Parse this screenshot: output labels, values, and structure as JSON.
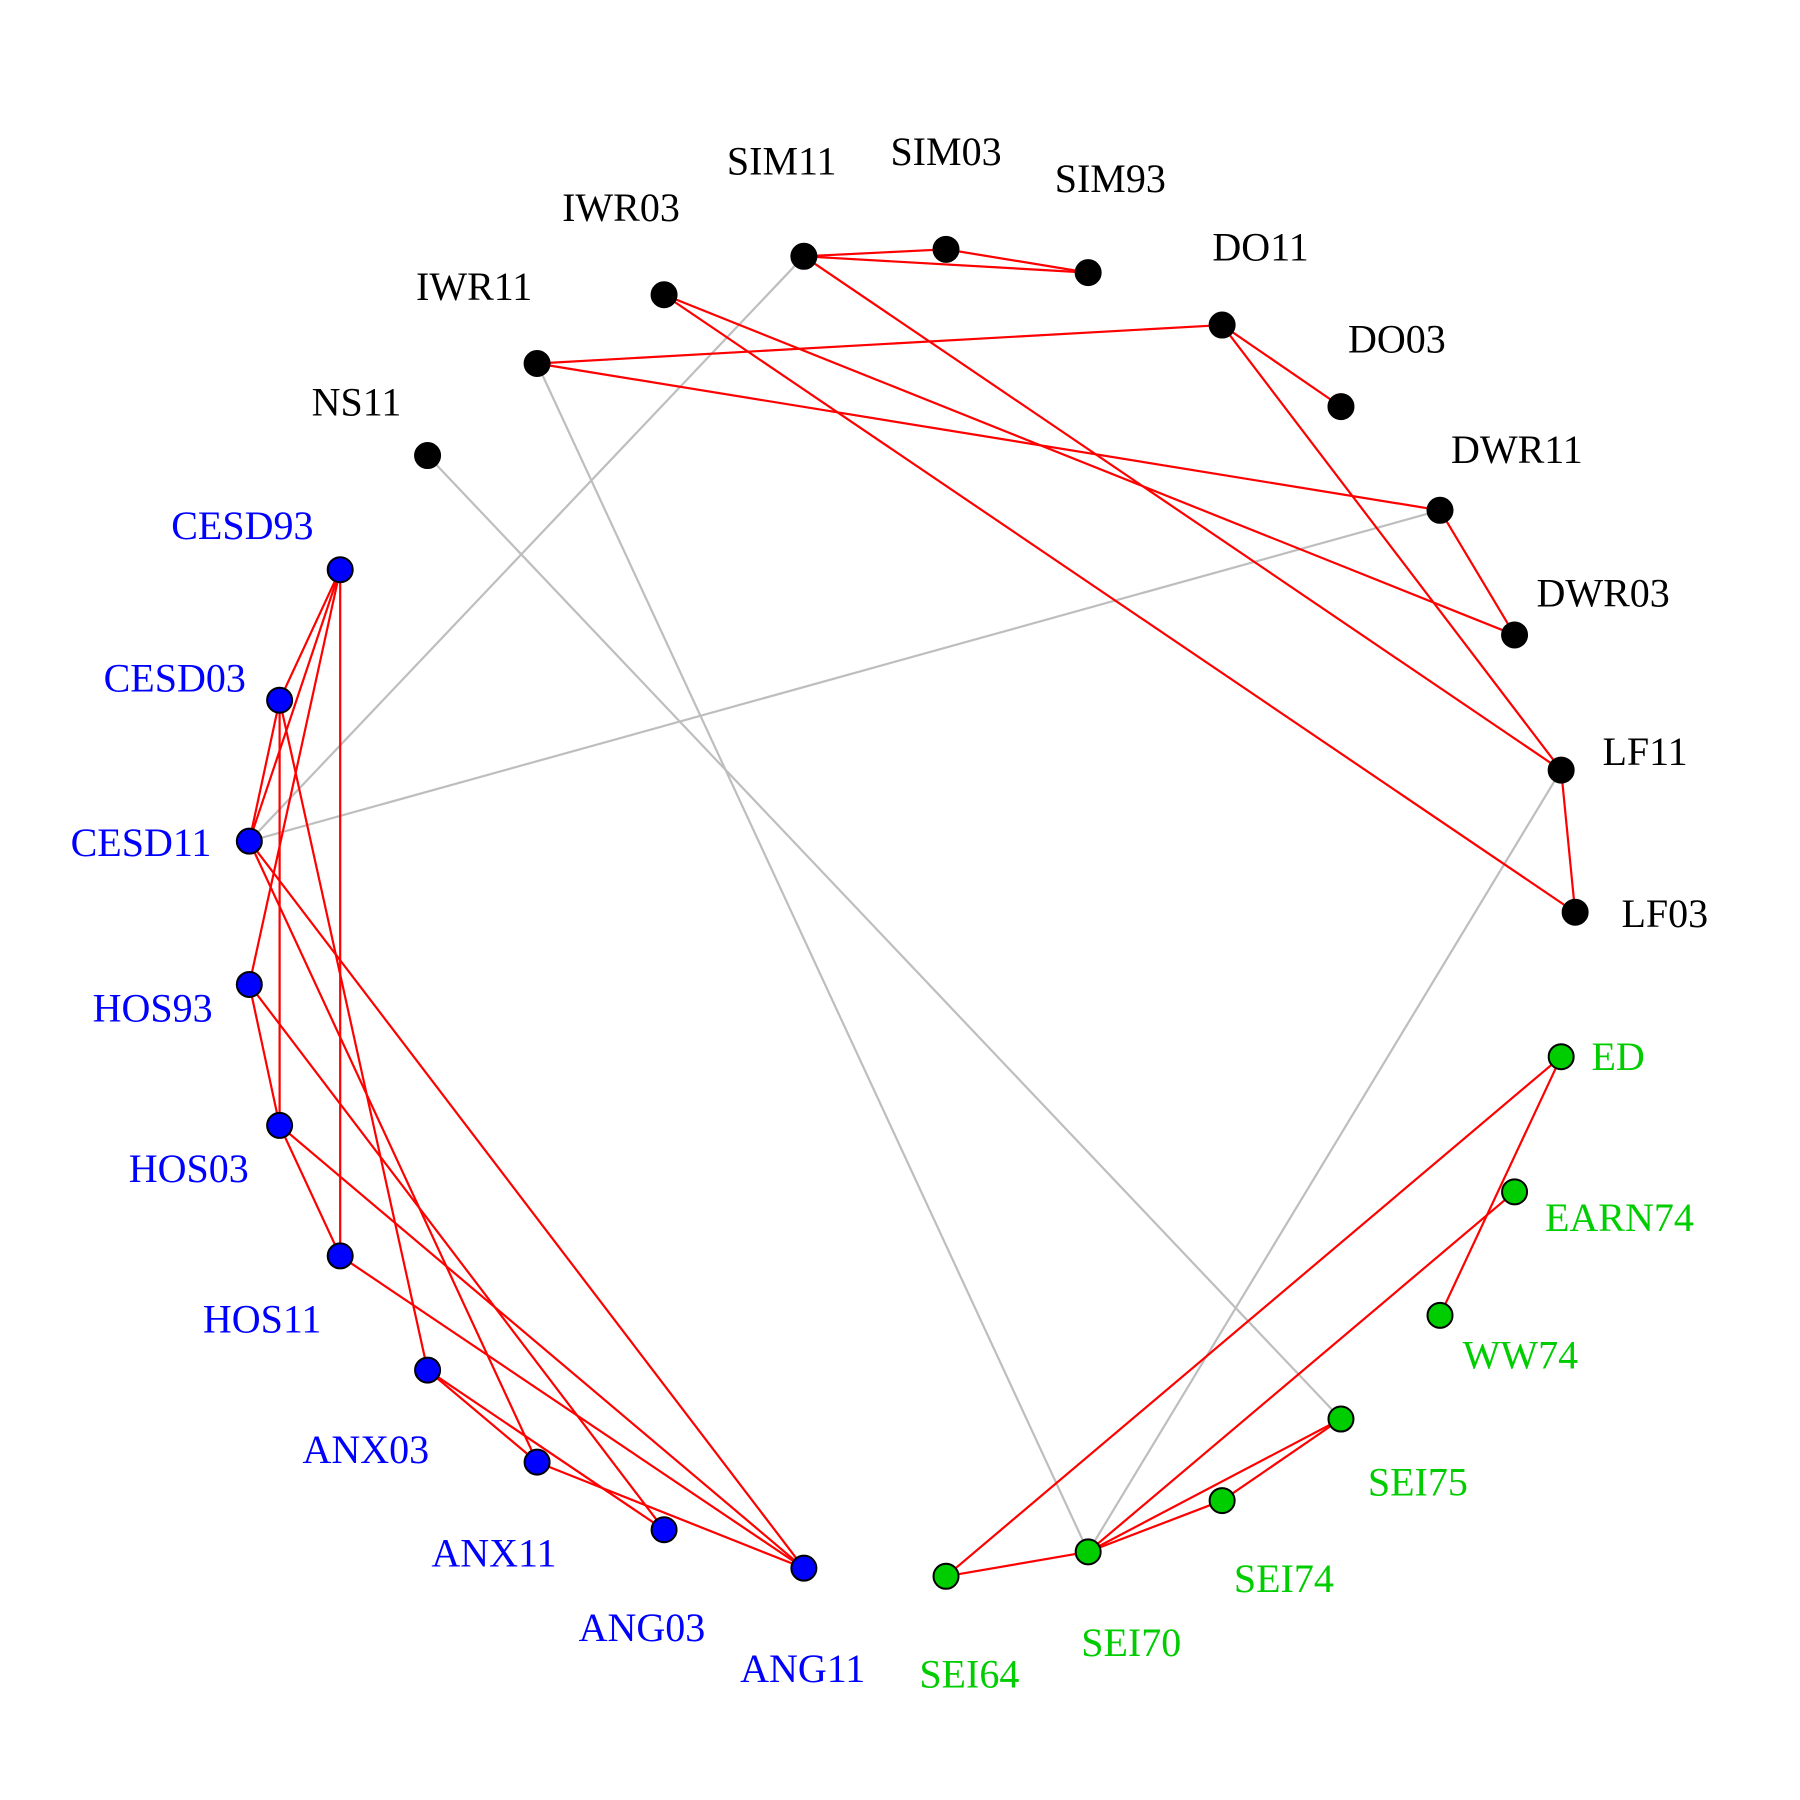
{
  "colors": {
    "group_black": "#000000",
    "group_blue": "#0000ff",
    "group_green": "#00cd00",
    "edge_red": "#ff0000",
    "edge_gray": "#bebebe"
  },
  "nodes": [
    {
      "id": "SIM11",
      "label": "SIM11",
      "group": "black"
    },
    {
      "id": "SIM03",
      "label": "SIM03",
      "group": "black"
    },
    {
      "id": "SIM93",
      "label": "SIM93",
      "group": "black"
    },
    {
      "id": "IWR03",
      "label": "IWR03",
      "group": "black"
    },
    {
      "id": "IWR11",
      "label": "IWR11",
      "group": "black"
    },
    {
      "id": "DO11",
      "label": "DO11",
      "group": "black"
    },
    {
      "id": "DO03",
      "label": "DO03",
      "group": "black"
    },
    {
      "id": "NS11",
      "label": "NS11",
      "group": "black"
    },
    {
      "id": "DWR11",
      "label": "DWR11",
      "group": "black"
    },
    {
      "id": "DWR03",
      "label": "DWR03",
      "group": "black"
    },
    {
      "id": "LF11",
      "label": "LF11",
      "group": "black"
    },
    {
      "id": "LF03",
      "label": "LF03",
      "group": "black"
    },
    {
      "id": "CESD93",
      "label": "CESD93",
      "group": "blue"
    },
    {
      "id": "CESD03",
      "label": "CESD03",
      "group": "blue"
    },
    {
      "id": "CESD11",
      "label": "CESD11",
      "group": "blue"
    },
    {
      "id": "HOS93",
      "label": "HOS93",
      "group": "blue"
    },
    {
      "id": "HOS03",
      "label": "HOS03",
      "group": "blue"
    },
    {
      "id": "HOS11",
      "label": "HOS11",
      "group": "blue"
    },
    {
      "id": "ANX03",
      "label": "ANX03",
      "group": "blue"
    },
    {
      "id": "ANX11",
      "label": "ANX11",
      "group": "blue"
    },
    {
      "id": "ANG03",
      "label": "ANG03",
      "group": "blue"
    },
    {
      "id": "ANG11",
      "label": "ANG11",
      "group": "blue"
    },
    {
      "id": "ED",
      "label": "ED",
      "group": "green"
    },
    {
      "id": "EARN74",
      "label": "EARN74",
      "group": "green"
    },
    {
      "id": "WW74",
      "label": "WW74",
      "group": "green"
    },
    {
      "id": "SEI75",
      "label": "SEI75",
      "group": "green"
    },
    {
      "id": "SEI74",
      "label": "SEI74",
      "group": "green"
    },
    {
      "id": "SEI70",
      "label": "SEI70",
      "group": "green"
    },
    {
      "id": "SEI64",
      "label": "SEI64",
      "group": "green"
    }
  ],
  "edges": [
    {
      "from": "SIM11",
      "to": "SIM03",
      "color": "red"
    },
    {
      "from": "SIM03",
      "to": "SIM93",
      "color": "red"
    },
    {
      "from": "SIM11",
      "to": "SIM93",
      "color": "red"
    },
    {
      "from": "SIM11",
      "to": "LF11",
      "color": "red"
    },
    {
      "from": "IWR03",
      "to": "DWR03",
      "color": "red"
    },
    {
      "from": "IWR03",
      "to": "LF03",
      "color": "red"
    },
    {
      "from": "IWR11",
      "to": "DO11",
      "color": "red"
    },
    {
      "from": "IWR11",
      "to": "DWR11",
      "color": "red"
    },
    {
      "from": "DO11",
      "to": "DO03",
      "color": "red"
    },
    {
      "from": "DO11",
      "to": "LF11",
      "color": "red"
    },
    {
      "from": "DWR11",
      "to": "DWR03",
      "color": "red"
    },
    {
      "from": "LF11",
      "to": "LF03",
      "color": "red"
    },
    {
      "from": "SIM11",
      "to": "CESD11",
      "color": "gray"
    },
    {
      "from": "IWR11",
      "to": "SEI70",
      "color": "gray"
    },
    {
      "from": "NS11",
      "to": "SEI75",
      "color": "gray"
    },
    {
      "from": "DWR11",
      "to": "CESD11",
      "color": "gray"
    },
    {
      "from": "LF11",
      "to": "SEI70",
      "color": "gray"
    },
    {
      "from": "CESD93",
      "to": "CESD03",
      "color": "red"
    },
    {
      "from": "CESD93",
      "to": "CESD11",
      "color": "red"
    },
    {
      "from": "CESD93",
      "to": "HOS93",
      "color": "red"
    },
    {
      "from": "CESD93",
      "to": "HOS11",
      "color": "red"
    },
    {
      "from": "CESD03",
      "to": "CESD11",
      "color": "red"
    },
    {
      "from": "CESD03",
      "to": "HOS03",
      "color": "red"
    },
    {
      "from": "CESD03",
      "to": "ANX03",
      "color": "red"
    },
    {
      "from": "CESD11",
      "to": "ANX11",
      "color": "red"
    },
    {
      "from": "CESD11",
      "to": "ANG11",
      "color": "red"
    },
    {
      "from": "HOS93",
      "to": "HOS03",
      "color": "red"
    },
    {
      "from": "HOS93",
      "to": "ANG03",
      "color": "red"
    },
    {
      "from": "HOS03",
      "to": "HOS11",
      "color": "red"
    },
    {
      "from": "HOS03",
      "to": "ANG11",
      "color": "red"
    },
    {
      "from": "HOS11",
      "to": "ANG11",
      "color": "red"
    },
    {
      "from": "ANX03",
      "to": "ANX11",
      "color": "red"
    },
    {
      "from": "ANX03",
      "to": "ANG03",
      "color": "red"
    },
    {
      "from": "ANX11",
      "to": "ANG11",
      "color": "red"
    },
    {
      "from": "ED",
      "to": "WW74",
      "color": "red"
    },
    {
      "from": "ED",
      "to": "SEI64",
      "color": "red"
    },
    {
      "from": "EARN74",
      "to": "SEI70",
      "color": "red"
    },
    {
      "from": "SEI75",
      "to": "SEI74",
      "color": "red"
    },
    {
      "from": "SEI75",
      "to": "SEI70",
      "color": "red"
    },
    {
      "from": "SEI74",
      "to": "SEI70",
      "color": "red"
    },
    {
      "from": "SEI70",
      "to": "SEI64",
      "color": "red"
    }
  ]
}
